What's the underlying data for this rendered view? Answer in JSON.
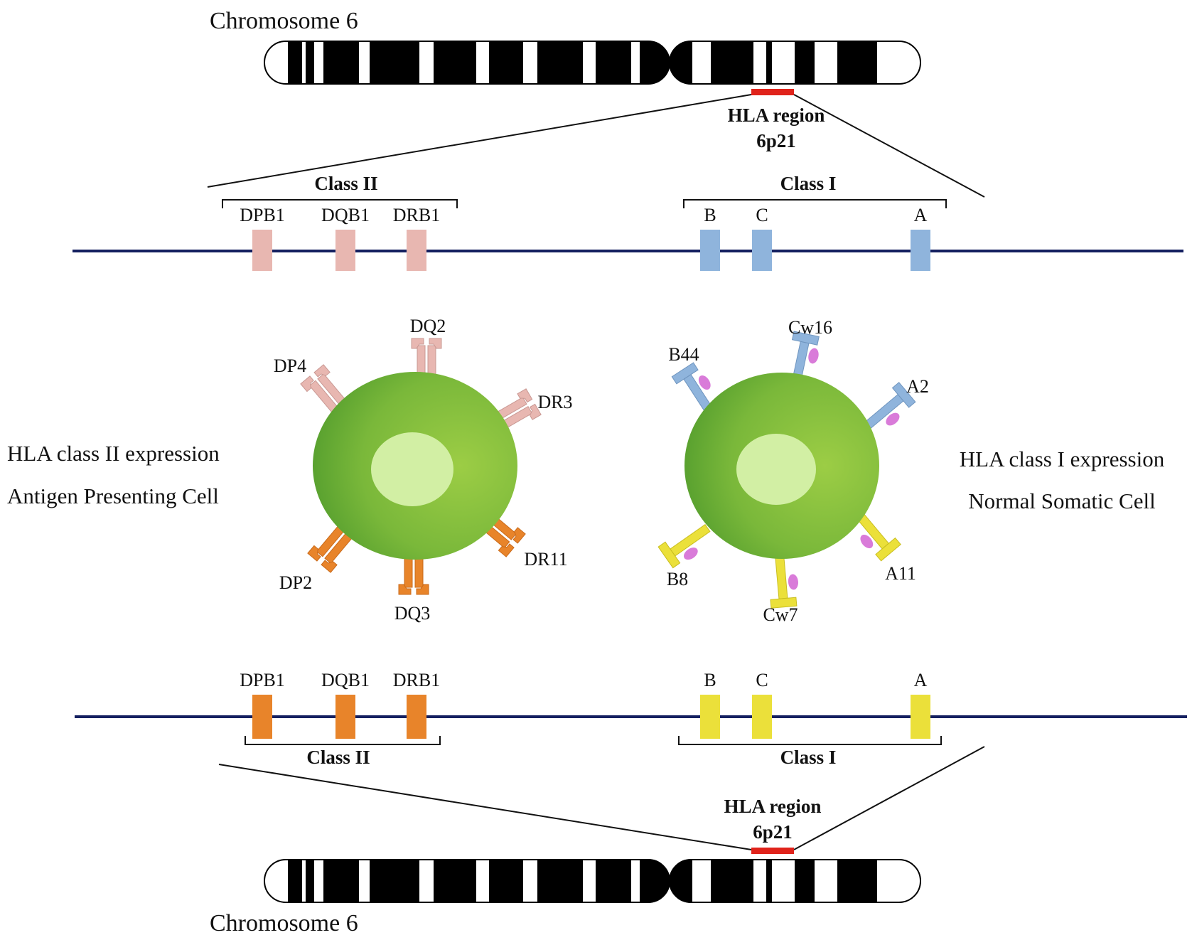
{
  "top": {
    "chromosome_label": "Chromosome 6",
    "hla_region_line1": "HLA region",
    "hla_region_line2": "6p21",
    "class2_label": "Class II",
    "class1_label": "Class I",
    "class2_genes": [
      "DPB1",
      "DQB1",
      "DRB1"
    ],
    "class1_genes": [
      "B",
      "C",
      "A"
    ]
  },
  "bottom": {
    "chromosome_label": "Chromosome 6",
    "hla_region_line1": "HLA region",
    "hla_region_line2": "6p21",
    "class2_label": "Class II",
    "class1_label": "Class I",
    "class2_genes": [
      "DPB1",
      "DQB1",
      "DRB1"
    ],
    "class1_genes": [
      "B",
      "C",
      "A"
    ]
  },
  "left_cell": {
    "caption_line1": "HLA class II expression",
    "caption_line2": "Antigen  Presenting Cell",
    "molecules_top": [
      "DQ2",
      "DP4",
      "DR3"
    ],
    "molecules_bottom": [
      "DP2",
      "DQ3",
      "DR11"
    ]
  },
  "right_cell": {
    "caption_line1": "HLA class I expression",
    "caption_line2": "Normal  Somatic Cell",
    "molecules_top": [
      "Cw16",
      "B44",
      "A2"
    ],
    "molecules_bottom": [
      "B8",
      "Cw7",
      "A11"
    ]
  },
  "colors": {
    "chromosome_band": "#000000",
    "hla_region_marker": "#e0231b",
    "dna_line": "#142060",
    "class2_top": "#e8b7b1",
    "class1_top": "#8fb4dc",
    "class2_bottom": "#e8842a",
    "class1_bottom": "#ebe03a",
    "cell_outer": "#7fbf3a",
    "cell_nucleus": "#d2efa4",
    "peptide": "#d97bd9"
  }
}
